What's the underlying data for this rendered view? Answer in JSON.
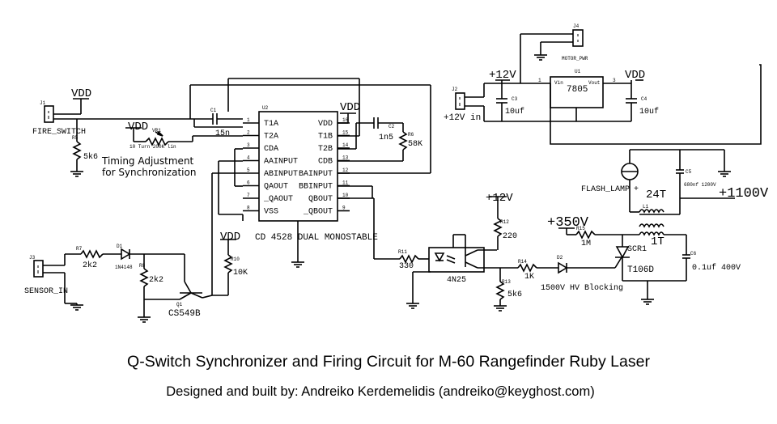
{
  "caption": {
    "title": "Q-Switch Synchronizer and Firing Circuit for M-60 Rangefinder Ruby Laser",
    "credit": "Designed and built by: Andreiko Kerdemelidis (andreiko@keyghost.com)"
  },
  "annotations": {
    "timing_line1": "Timing Adjustment",
    "timing_line2": "for Synchronization"
  },
  "rails": {
    "vdd": "VDD",
    "v12": "+12V",
    "v350": "+350V",
    "v1100": "+1100V"
  },
  "connectors": {
    "fire_switch": "FIRE_SWITCH",
    "sensor_in": "SENSOR_IN",
    "motor_pwr": "MOTOR_PWR",
    "v12_in": "+12V in",
    "flash_lamp": "FLASH_LAMP",
    "pin1": "1",
    "pin2": "2"
  },
  "ic": {
    "name": "CD 4528 DUAL MONOSTABLE",
    "ref": "U2",
    "left_pins": [
      "T1A",
      "T2A",
      "CDA",
      "AAINPUT",
      "ABINPUT",
      "QAOUT",
      "_QAOUT",
      "VSS"
    ],
    "right_pins": [
      "VDD",
      "T1B",
      "T2B",
      "CDB",
      "BAINPUT",
      "BBINPUT",
      "QBOUT",
      "_QBOUT"
    ],
    "left_nums": [
      "1",
      "2",
      "3",
      "4",
      "5",
      "6",
      "7",
      "8"
    ],
    "right_nums": [
      "16",
      "15",
      "14",
      "13",
      "12",
      "11",
      "10",
      "9"
    ]
  },
  "regulator": {
    "name": "7805",
    "vin": "Vin",
    "vout": "Vout",
    "pin_in": "1",
    "pin_out": "3",
    "ref": "U1"
  },
  "optocoupler": {
    "name": "4N25"
  },
  "scr": {
    "ref": "SCR1",
    "name": "T106D"
  },
  "transistor": {
    "name": "CS549B"
  },
  "components": {
    "c1": "15n",
    "c2": "1n5",
    "c3": "10uf",
    "c4": "10uf",
    "c5": "680nf 1200V",
    "c6": "0.1uf 400V",
    "r_fire": "5k6",
    "r_58k": "58K",
    "r_2k2_series": "2k2",
    "r_2k2_shunt": "2k2",
    "r_10k": "10K",
    "r_330": "330",
    "r_220": "220",
    "r_1k": "1K",
    "r_5k6_b": "5k6",
    "r_1m": "1M",
    "pot": "10 Turn 200K lin",
    "d_1n4148": "1N4148",
    "d_block": "1500V HV Blocking",
    "t_24t": "24T",
    "t_1t": "1T"
  },
  "refdes": {
    "c1": "C1",
    "c2": "C2",
    "c3": "C3",
    "c4": "C4",
    "c5": "C5",
    "c6": "C6",
    "r5": "R5",
    "r6": "R6",
    "r7": "R7",
    "r8": "R8",
    "r10": "R10",
    "r11": "R11",
    "r12": "R12",
    "r13": "R13",
    "r14": "R14",
    "r15": "R15",
    "d1": "D1",
    "d2": "D2",
    "q1": "Q1",
    "j1": "J1",
    "j2": "J2",
    "j3": "J3",
    "j4": "J4",
    "vr1": "VR1",
    "l1": "L1"
  }
}
